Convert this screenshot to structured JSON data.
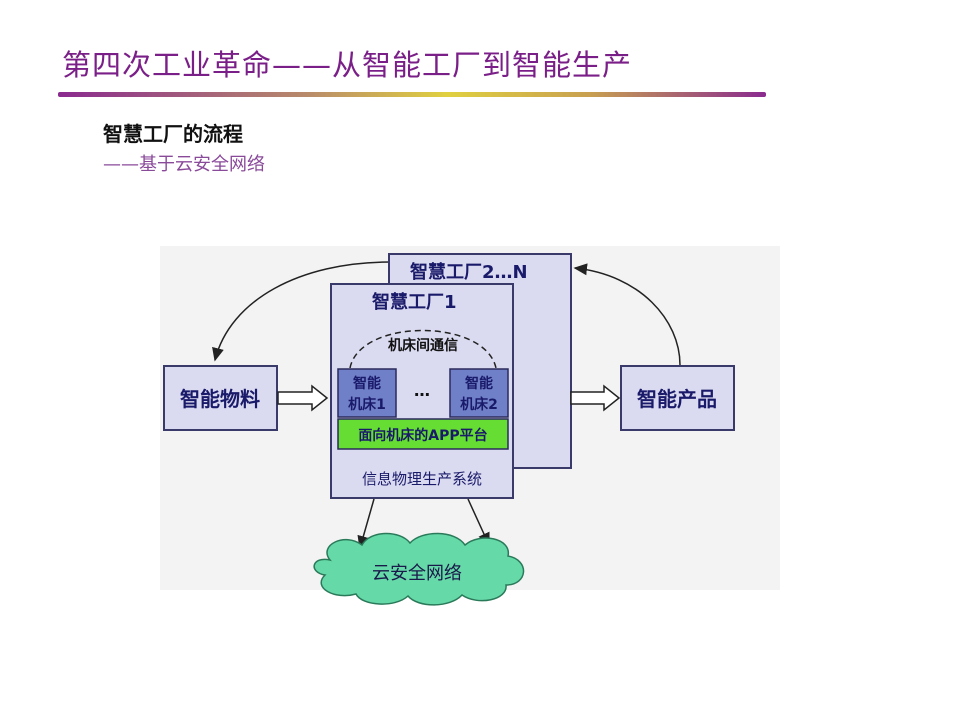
{
  "slide": {
    "title": "第四次工业革命——从智能工厂到智能生产",
    "subtitle_main": "智慧工厂的流程",
    "subtitle_sub": "——基于云安全网络"
  },
  "diagram": {
    "factory_back_label": "智慧工厂2…N",
    "factory_front_label": "智慧工厂1",
    "machine_comm_label": "机床间通信",
    "machine1_label_line1": "智能",
    "machine1_label_line2": "机床1",
    "machine2_label_line1": "智能",
    "machine2_label_line2": "机床2",
    "ellipsis": "…",
    "platform_label": "面向机床的APP平台",
    "cps_label": "信息物理生产系统",
    "input_label": "智能物料",
    "output_label": "智能产品",
    "cloud_label": "云安全网络"
  },
  "colors": {
    "title": "#7b1f88",
    "box_fill": "#dadaf0",
    "box_stroke": "#3a3a6a",
    "machine_fill": "#7080c8",
    "platform_fill": "#66dd33",
    "cloud_fill": "#66d9a8",
    "label_text": "#1a1a6a"
  }
}
